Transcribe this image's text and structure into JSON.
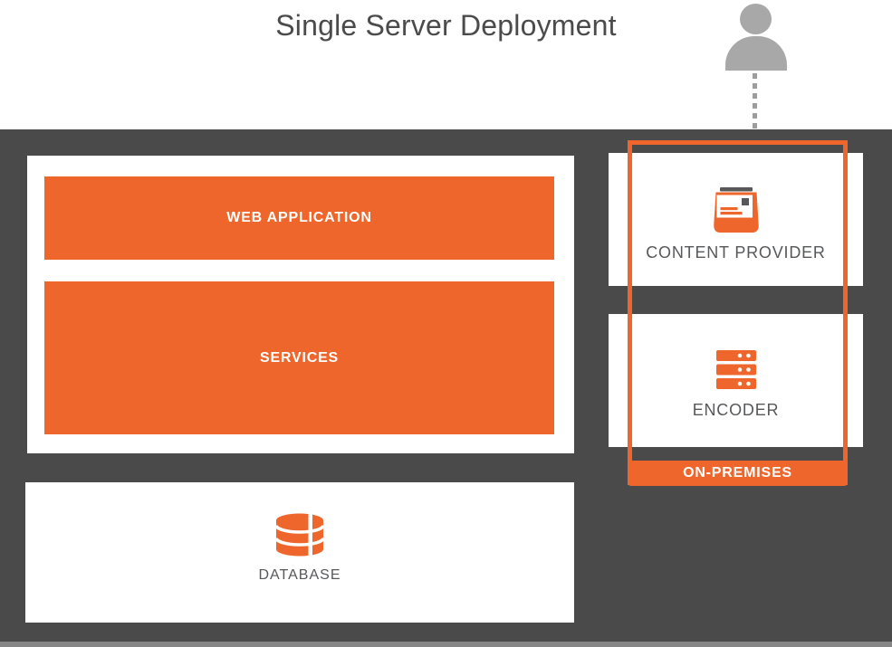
{
  "title": "Single Server Deployment",
  "colors": {
    "accent_orange": "#EE662B",
    "panel_dark_gray": "#4A4A4A",
    "person_icon_gray": "#A8A8A8",
    "label_gray": "#57585A",
    "title_gray": "#4B4B4C"
  },
  "user": {
    "icon": "user-icon",
    "connector": "dotted-vertical-line"
  },
  "server_panel": {
    "application_stack": {
      "web_application": {
        "label": "WEB APPLICATION"
      },
      "services": {
        "label": "SERVICES"
      }
    },
    "database": {
      "label": "DATABASE",
      "icon": "database-icon"
    }
  },
  "on_premises": {
    "content_provider": {
      "label": "CONTENT PROVIDER",
      "icon": "content-provider-inbox-icon"
    },
    "encoder": {
      "label": "ENCODER",
      "icon": "encoder-server-stack-icon"
    },
    "banner_label": "ON-PREMISES"
  }
}
